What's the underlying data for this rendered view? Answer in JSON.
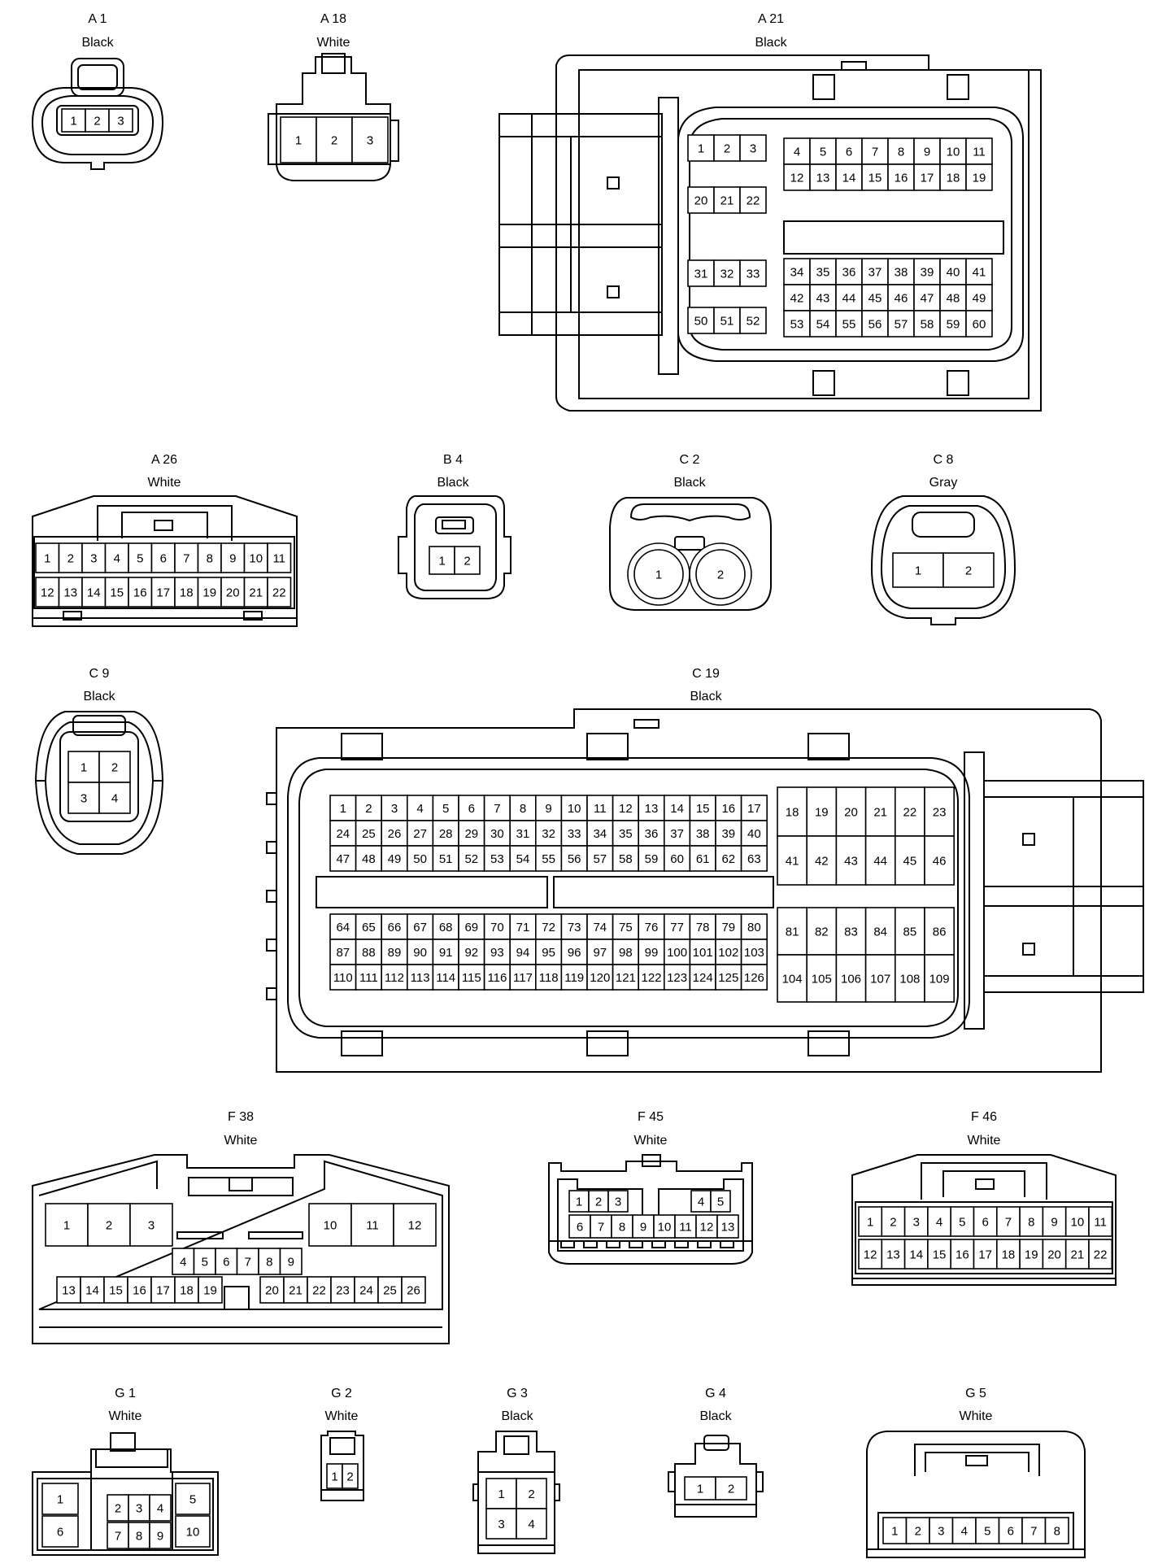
{
  "connectors": {
    "A1": {
      "code": "A 1",
      "color": "Black",
      "pins": [
        "1",
        "2",
        "3"
      ]
    },
    "A18": {
      "code": "A 18",
      "color": "White",
      "pins": [
        "1",
        "2",
        "3"
      ]
    },
    "A21": {
      "code": "A 21",
      "color": "Black",
      "pins_range": [
        1,
        60
      ]
    },
    "A26": {
      "code": "A 26",
      "color": "White",
      "pins_range": [
        1,
        22
      ]
    },
    "B4": {
      "code": "B 4",
      "color": "Black",
      "pins": [
        "1",
        "2"
      ]
    },
    "C2": {
      "code": "C 2",
      "color": "Black",
      "pins": [
        "1",
        "2"
      ]
    },
    "C8": {
      "code": "C 8",
      "color": "Gray",
      "pins": [
        "1",
        "2"
      ]
    },
    "C9": {
      "code": "C 9",
      "color": "Black",
      "pins": [
        "1",
        "2",
        "3",
        "4"
      ]
    },
    "C19": {
      "code": "C 19",
      "color": "Black",
      "pins_range": [
        1,
        126
      ]
    },
    "F38": {
      "code": "F 38",
      "color": "White",
      "pins_range": [
        1,
        26
      ]
    },
    "F45": {
      "code": "F 45",
      "color": "White",
      "pins_range": [
        1,
        13
      ]
    },
    "F46": {
      "code": "F 46",
      "color": "White",
      "pins_range": [
        1,
        22
      ]
    },
    "G1": {
      "code": "G 1",
      "color": "White",
      "pins_range": [
        1,
        10
      ]
    },
    "G2": {
      "code": "G 2",
      "color": "White",
      "pins": [
        "1",
        "2"
      ]
    },
    "G3": {
      "code": "G 3",
      "color": "Black",
      "pins": [
        "1",
        "2",
        "3",
        "4"
      ]
    },
    "G4": {
      "code": "G 4",
      "color": "Black",
      "pins": [
        "1",
        "2"
      ]
    },
    "G5": {
      "code": "G 5",
      "color": "White",
      "pins_range": [
        1,
        8
      ]
    }
  }
}
